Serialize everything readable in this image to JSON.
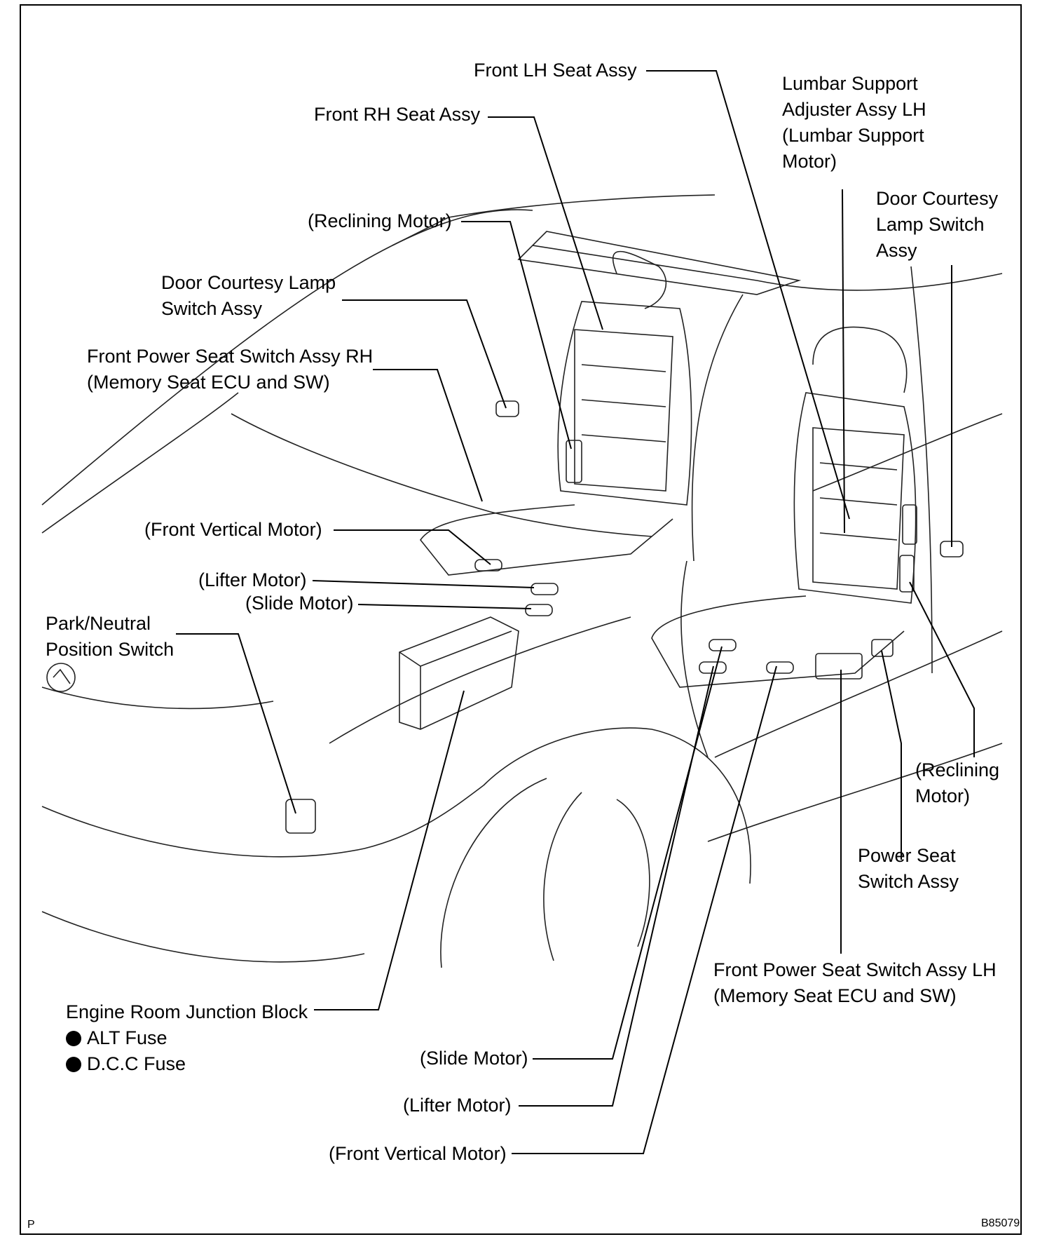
{
  "labels": {
    "front_lh_seat": "Front LH Seat Assy",
    "front_rh_seat": "Front RH Seat Assy",
    "lumbar": [
      "Lumbar Support",
      "Adjuster Assy LH",
      "(Lumbar Support",
      "Motor)"
    ],
    "door_lamp_right": [
      "Door Courtesy",
      "Lamp Switch",
      "Assy"
    ],
    "reclining_rh": "(Reclining Motor)",
    "door_lamp_left": [
      "Door Courtesy Lamp",
      "Switch Assy"
    ],
    "power_seat_rh": [
      "Front Power Seat Switch Assy RH",
      "(Memory Seat ECU and SW)"
    ],
    "front_vertical_rh": "(Front Vertical Motor)",
    "lifter_rh": "(Lifter Motor)",
    "slide_rh": "(Slide Motor)",
    "park_neutral": [
      "Park/Neutral",
      "Position Switch"
    ],
    "reclining_lh": [
      "(Reclining",
      "Motor)"
    ],
    "power_seat_switch": [
      "Power Seat",
      "Switch Assy"
    ],
    "power_seat_lh": [
      "Front Power Seat Switch Assy LH",
      "(Memory Seat ECU and SW)"
    ],
    "engine_room": "Engine Room Junction Block",
    "fuses": [
      "ALT Fuse",
      "D.C.C Fuse"
    ],
    "slide_lh": "(Slide Motor)",
    "lifter_lh": "(Lifter Motor)",
    "front_vertical_lh": "(Front Vertical Motor)"
  },
  "corner_left": "P",
  "corner_right": "B85079"
}
